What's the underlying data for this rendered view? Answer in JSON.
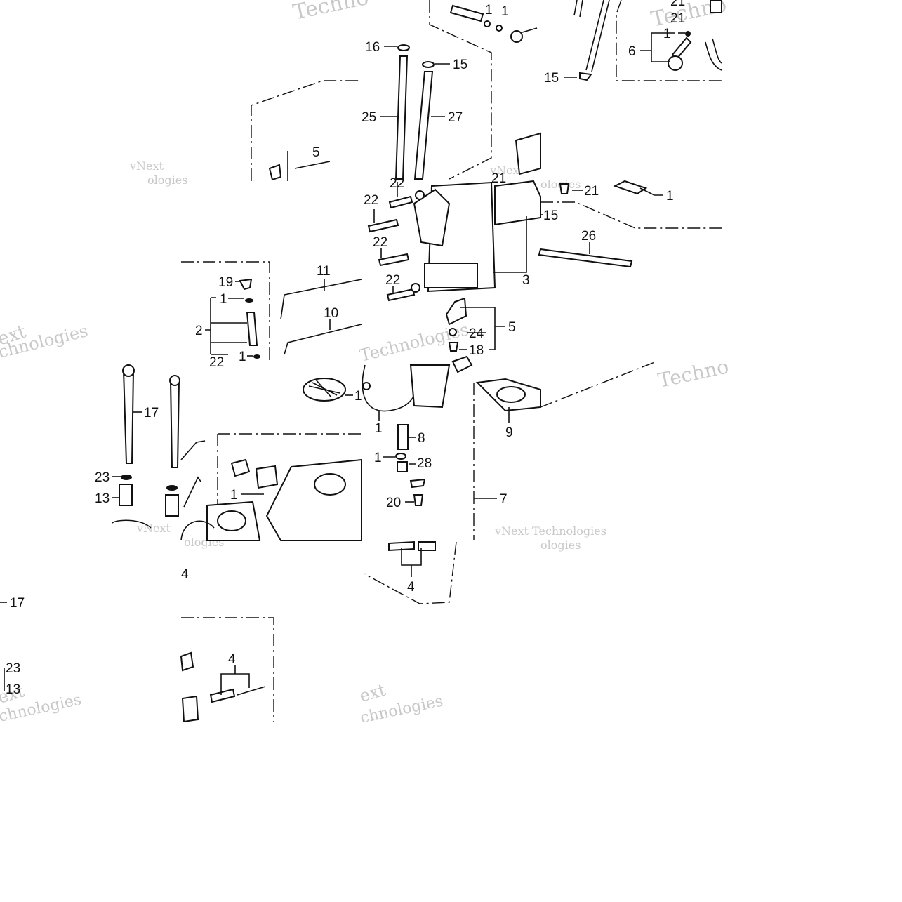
{
  "watermark": {
    "brand_a": "vNext",
    "brand_b": "Technologies",
    "brand_full": "vNext Technologies",
    "frag_techn": "Techno",
    "frag_chno": "chnologies",
    "frag_ext": "ext",
    "frag_ologies": "ologies"
  },
  "callouts": {
    "n1": "1",
    "n2": "2",
    "n3": "3",
    "n4": "4",
    "n5": "5",
    "n6": "6",
    "n7": "7",
    "n8": "8",
    "n9": "9",
    "n10": "10",
    "n11": "11",
    "n13": "13",
    "n15": "15",
    "n16": "16",
    "n17": "17",
    "n18": "18",
    "n19": "19",
    "n20": "20",
    "n21": "21",
    "n22": "22",
    "n23": "23",
    "n24": "24",
    "n25": "25",
    "n26": "26",
    "n27": "27",
    "n28": "28"
  }
}
